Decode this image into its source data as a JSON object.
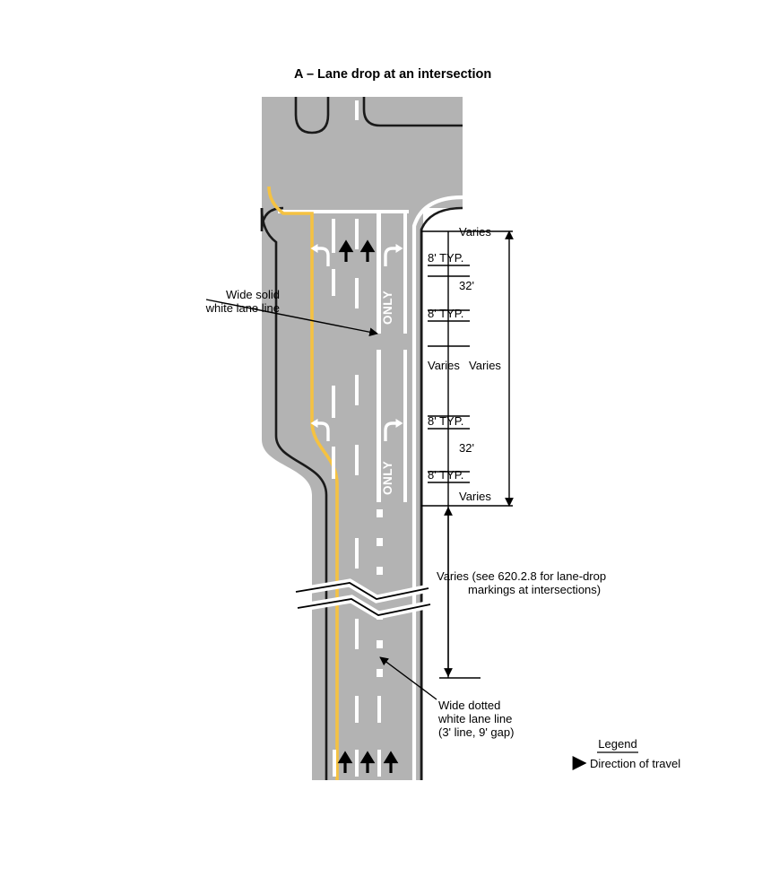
{
  "figure": {
    "title_label": "A",
    "title_dash": "–",
    "title_text": "Lane drop at an intersection",
    "title_full": "A – Lane drop at an intersection"
  },
  "colors": {
    "pavement": "#b3b3b3",
    "yellow_line": "#f5c242",
    "white_marking": "#ffffff",
    "curb_outline": "#1a1a1a",
    "text": "#000000",
    "background": "#ffffff"
  },
  "annotations": {
    "wide_solid": {
      "line1": "Wide solid",
      "line2": "white lane line"
    },
    "wide_dotted": {
      "line1": "Wide dotted",
      "line2": "white lane line",
      "line3": "(3' line, 9' gap)"
    },
    "varies_note": {
      "line1": "Varies (see 620.2.8 for lane-drop",
      "line2": "markings at intersections)"
    }
  },
  "dimensions": {
    "upper_chain": [
      {
        "id": "upper-varies-top",
        "label": "Varies"
      },
      {
        "id": "upper-8typ-1",
        "label": "8' TYP."
      },
      {
        "id": "upper-32",
        "label": "32'"
      },
      {
        "id": "upper-8typ-2",
        "label": "8' TYP."
      },
      {
        "id": "upper-varies-mid",
        "label": "Varies"
      }
    ],
    "lower_chain": [
      {
        "id": "lower-8typ-1",
        "label": "8' TYP."
      },
      {
        "id": "lower-32",
        "label": "32'"
      },
      {
        "id": "lower-8typ-2",
        "label": "8' TYP."
      },
      {
        "id": "lower-varies-bot",
        "label": "Varies"
      }
    ],
    "overall_label": "Varies"
  },
  "pavement_markings": {
    "only_upper": "ONLY",
    "only_lower": "ONLY",
    "arrow_left_upper": "left-turn-arrow",
    "arrow_through_upper_1": "through-arrow",
    "arrow_through_upper_2": "through-arrow",
    "arrow_right_upper": "right-turn-arrow",
    "arrow_left_lower": "left-turn-arrow",
    "arrow_right_lower": "right-turn-arrow",
    "arrow_bottom_1": "through-arrow",
    "arrow_bottom_2": "through-arrow",
    "arrow_bottom_3": "through-arrow"
  },
  "legend": {
    "title": "Legend",
    "items": [
      {
        "icon": "right-arrow-icon",
        "label": "Direction of travel"
      }
    ]
  }
}
